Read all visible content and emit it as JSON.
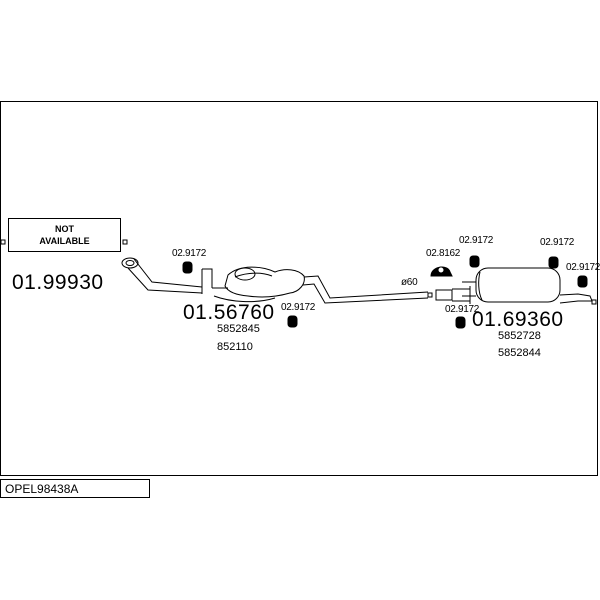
{
  "not_available_box": {
    "line1": "NOT",
    "line2": "AVAILABLE"
  },
  "parts": {
    "front_pipe": {
      "number": "01.99930"
    },
    "center_silencer": {
      "number": "01.56760",
      "refs": [
        "5852845",
        "852110"
      ]
    },
    "rear_silencer": {
      "number": "01.69360",
      "refs": [
        "5852728",
        "5852844"
      ]
    }
  },
  "mounts": {
    "front": "02.9172",
    "center_lower": "02.9172",
    "rear_clamp": "02.8162",
    "rear_top_left": "02.9172",
    "rear_top_right": "02.9172",
    "rear_right": "02.9172",
    "rear_lower": "02.9172"
  },
  "dimension": "ø60",
  "assembly_code": "OPEL98438A"
}
